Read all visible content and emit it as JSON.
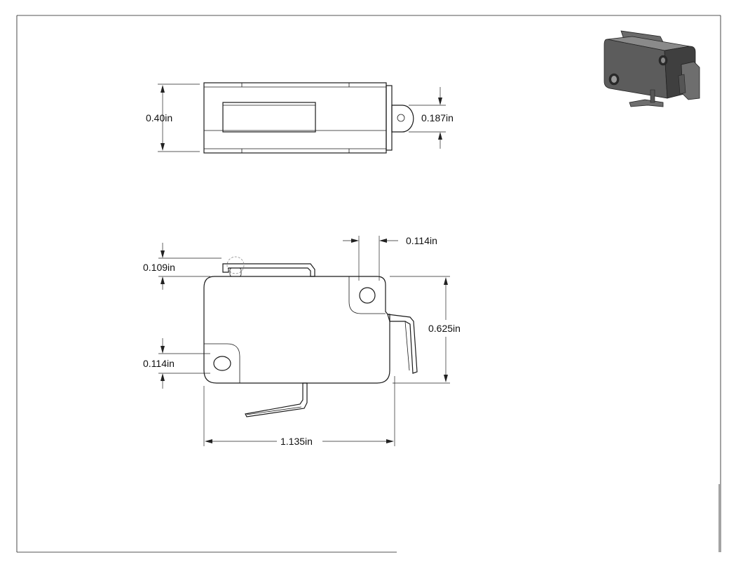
{
  "top_view": {
    "height_dim": "0.40in",
    "terminal_dim": "0.187in"
  },
  "front_view": {
    "hole_spacing_dim": "0.114in",
    "lever_offset_dim": "0.109in",
    "body_height_dim": "0.625in",
    "lower_hole_dim": "0.114in",
    "body_length_dim": "1.135in"
  },
  "colors": {
    "line": "#1a1a1a",
    "iso_body": "#5a5a5a",
    "iso_body_light": "#7a7a7a"
  }
}
